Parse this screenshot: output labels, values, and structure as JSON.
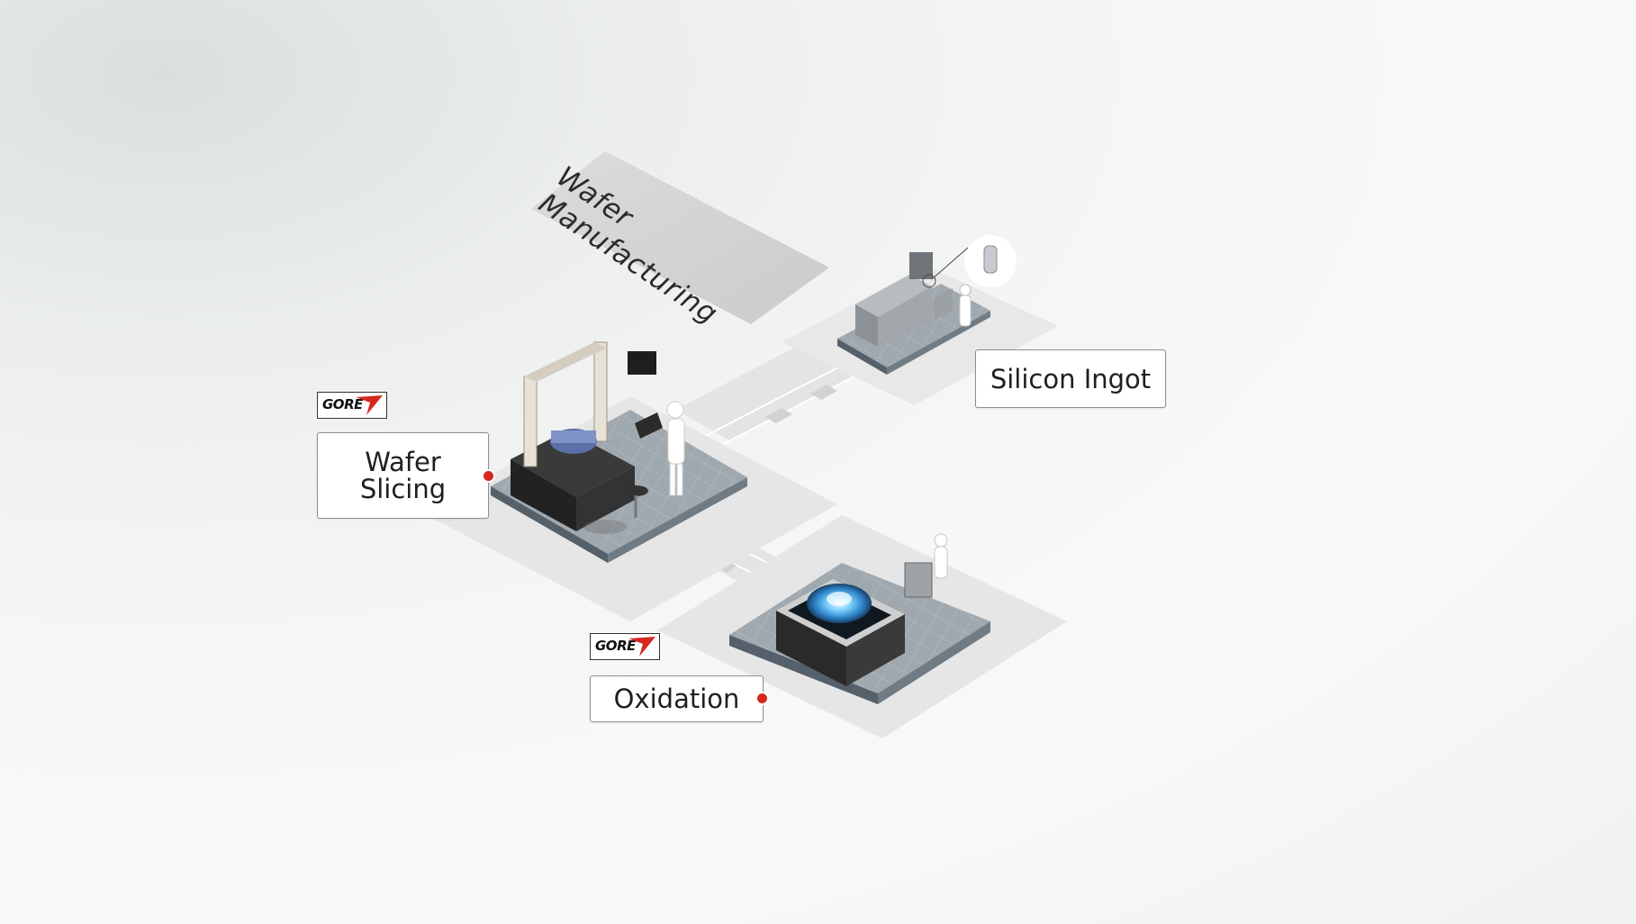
{
  "title": {
    "line1": "Wafer",
    "line2": "Manufacturing"
  },
  "stations": {
    "wafer_slicing": {
      "line1": "Wafer",
      "line2": "Slicing"
    },
    "silicon_ingot": {
      "label": "Silicon Ingot"
    },
    "oxidation": {
      "label": "Oxidation"
    }
  },
  "logo": {
    "text": "GORE"
  },
  "colors": {
    "hotspot": "#d5281f",
    "logo_red": "#d5281f",
    "floor_tile": "#9aa4aa",
    "path": "#e2e2e2",
    "glow": "#6ec8ff"
  }
}
